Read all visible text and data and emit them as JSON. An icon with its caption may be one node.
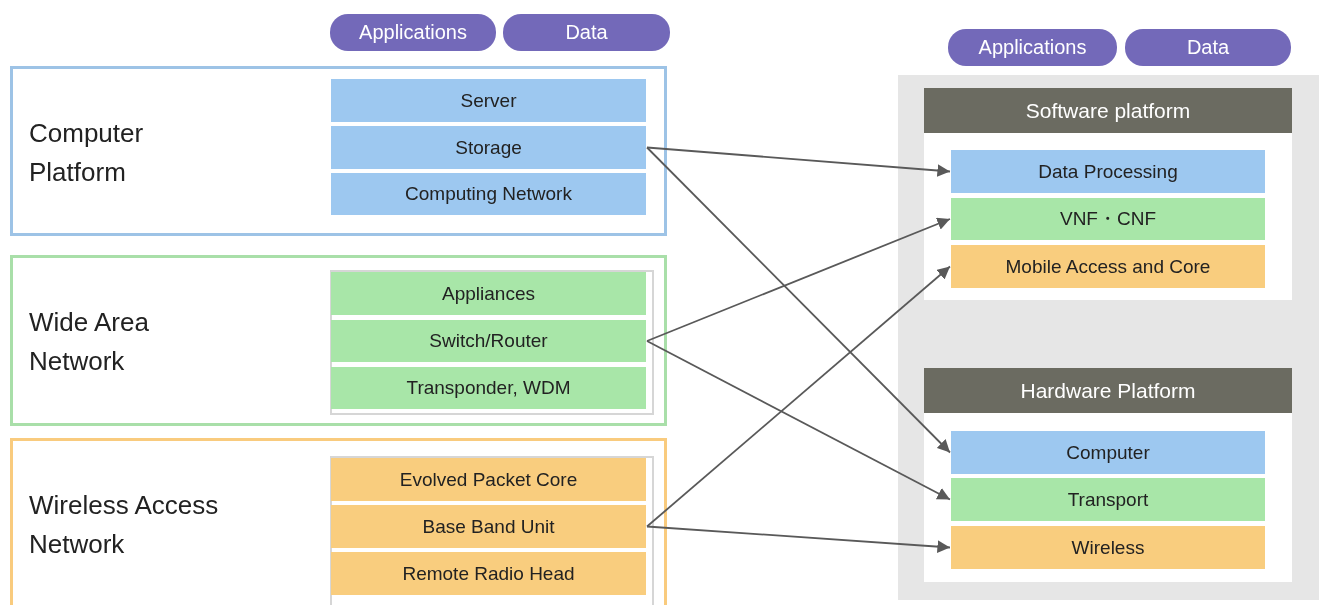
{
  "diagram": {
    "nodes": [
      {
        "text": [
          "Applications"
        ]
      },
      {
        "text": [
          "Data"
        ]
      },
      {
        "text": [
          "Computer Platform"
        ]
      },
      {
        "text": [
          "Server"
        ],
        "in": 2
      },
      {
        "text": [
          "Storage"
        ],
        "in": 2
      },
      {
        "text": [
          "Computing Network"
        ],
        "in": 2
      },
      {
        "text": [
          "Wide Area Network"
        ]
      },
      {
        "text": [
          "Appliances"
        ],
        "in": 6
      },
      {
        "text": [
          "Switch/Router"
        ],
        "in": 6
      },
      {
        "text": [
          "Transponder, WDM"
        ],
        "in": 6
      },
      {
        "text": [
          "Wireless Access Network"
        ]
      },
      {
        "text": [
          "Evolved Packet Core"
        ],
        "in": 10
      },
      {
        "text": [
          "Base Band Unit"
        ],
        "in": 10
      },
      {
        "text": [
          "Remote Radio Head"
        ],
        "in": 10
      },
      {
        "text": [
          "Applications"
        ]
      },
      {
        "text": [
          "Data"
        ]
      },
      {
        "text": [],
        "shape": "box"
      },
      {
        "text": [
          "Software platform"
        ],
        "in": 16
      },
      {
        "text": [
          "Data Processing"
        ],
        "in": 17
      },
      {
        "text": [
          "VNF・CNF"
        ],
        "in": 17
      },
      {
        "text": [
          "Mobile Access and Core"
        ],
        "in": 17
      },
      {
        "text": [
          "Hardware Platform"
        ],
        "in": 16
      },
      {
        "text": [
          "Computer"
        ],
        "in": 21
      },
      {
        "text": [
          "Transport"
        ],
        "in": 21
      },
      {
        "text": [
          "Wireless"
        ],
        "in": 21
      }
    ],
    "edges": [
      {
        "from": 4,
        "to": 18,
        "arrow": "to"
      },
      {
        "from": 4,
        "to": 22,
        "arrow": "to"
      },
      {
        "from": 8,
        "to": 19,
        "arrow": "to"
      },
      {
        "from": 8,
        "to": 23,
        "arrow": "to"
      },
      {
        "from": 12,
        "to": 20,
        "arrow": "to"
      },
      {
        "from": 12,
        "to": 24,
        "arrow": "to"
      }
    ]
  }
}
